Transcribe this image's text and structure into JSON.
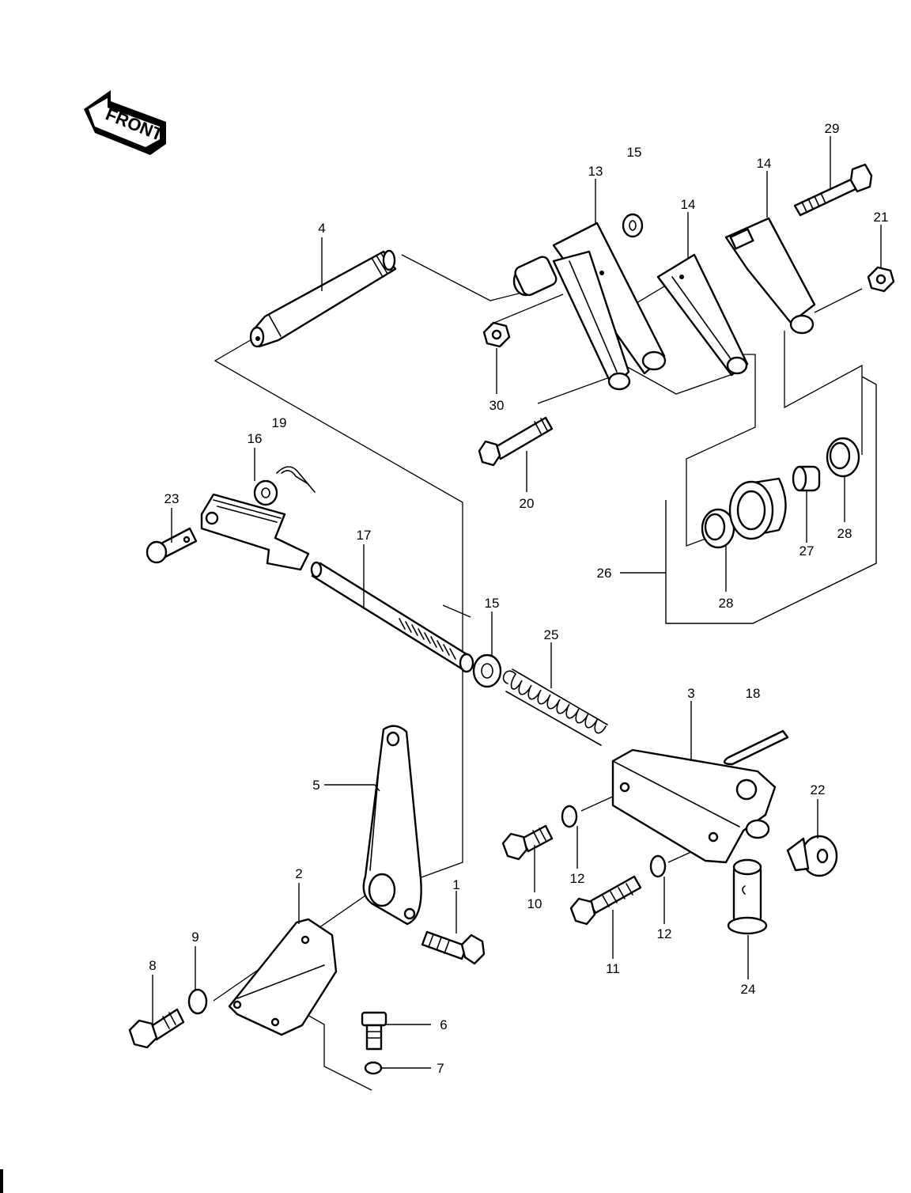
{
  "front_badge": "FRONT",
  "callouts": {
    "c1": "1",
    "c2": "2",
    "c3": "3",
    "c4": "4",
    "c5": "5",
    "c6": "6",
    "c7": "7",
    "c8": "8",
    "c9": "9",
    "c10": "10",
    "c11": "11",
    "c12a": "12",
    "c12b": "12",
    "c13": "13",
    "c14a": "14",
    "c14b": "14",
    "c15a": "15",
    "c15b": "15",
    "c16": "16",
    "c17": "17",
    "c18": "18",
    "c19": "19",
    "c20": "20",
    "c21": "21",
    "c22": "22",
    "c23": "23",
    "c24": "24",
    "c25": "25",
    "c26": "26",
    "c27": "27",
    "c28a": "28",
    "c28b": "28",
    "c29": "29",
    "c30": "30"
  }
}
